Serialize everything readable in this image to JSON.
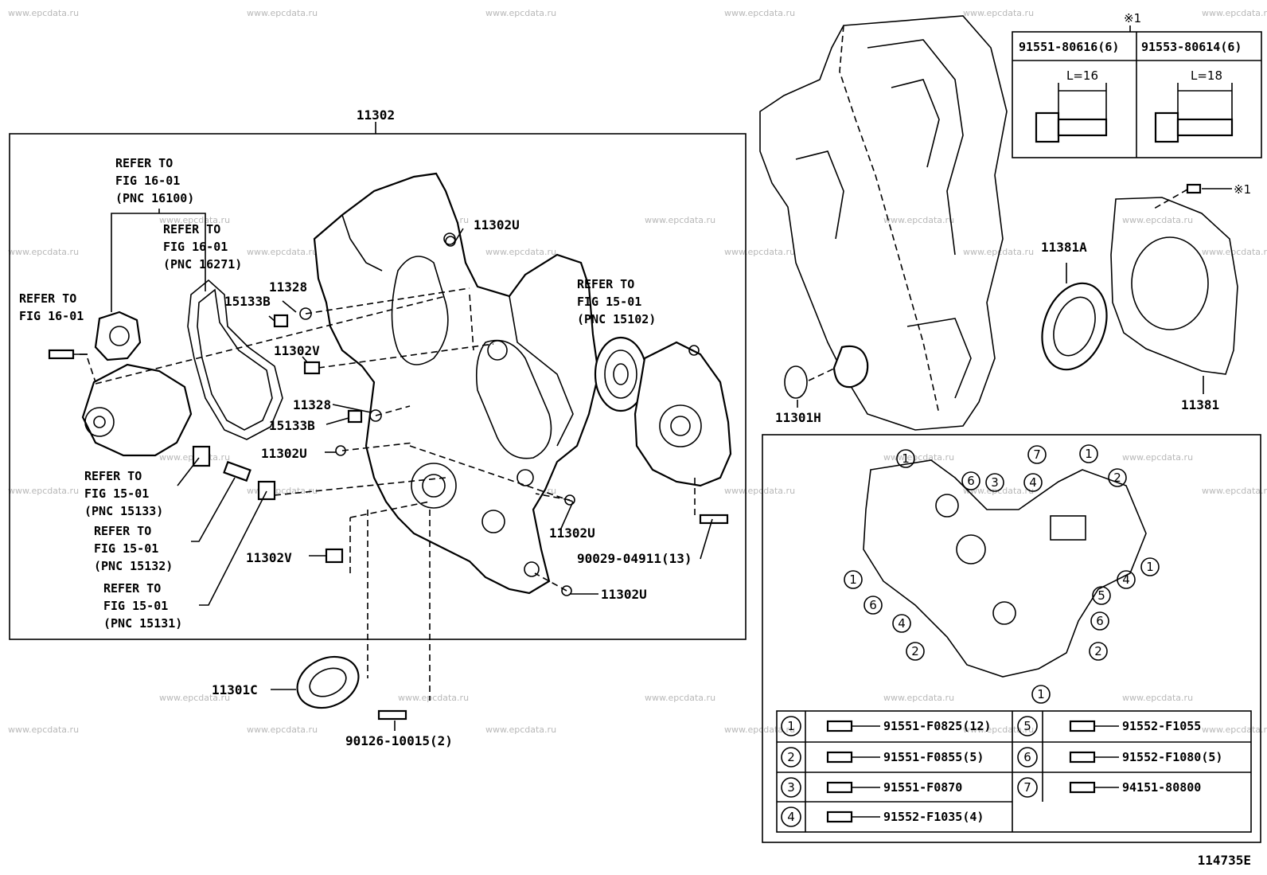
{
  "watermark": "www.epcdata.ru",
  "figure_id": "114735E",
  "main_assembly": "11302",
  "labels": {
    "water_pump_bolt_ref": [
      "REFER TO",
      "FIG 16-01"
    ],
    "water_pump_ref": [
      "REFER TO",
      "FIG 16-01",
      "(PNC 16100)"
    ],
    "gasket_ref": [
      "REFER TO",
      "FIG 16-01",
      "(PNC 16271)"
    ],
    "oil_pump_ref": [
      "REFER TO",
      "FIG 15-01",
      "(PNC 15102)"
    ],
    "ref_15133": [
      "REFER TO",
      "FIG 15-01",
      "(PNC 15133)"
    ],
    "ref_15132": [
      "REFER TO",
      "FIG 15-01",
      "(PNC 15132)"
    ],
    "ref_15131": [
      "REFER TO",
      "FIG 15-01",
      "(PNC 15131)"
    ],
    "p_11302U_top": "11302U",
    "p_11328_a": "11328",
    "p_15133B_a": "15133B",
    "p_11302V_a": "11302V",
    "p_11328_b": "11328",
    "p_15133B_b": "15133B",
    "p_11302U_mid": "11302U",
    "p_11302U_right": "11302U",
    "p_90029": "90029-04911(13)",
    "p_11302V_b": "11302V",
    "p_11302U_bottom": "11302U",
    "p_11301C": "11301C",
    "p_90126": "90126-10015(2)",
    "p_11381A": "11381A",
    "p_11381": "11381",
    "p_11301H": "11301H",
    "note_mark": "※1"
  },
  "bolt_table": {
    "mark": "※1",
    "columns": [
      {
        "part": "91551-80616(6)",
        "length": "L=16"
      },
      {
        "part": "91553-80614(6)",
        "length": "L=18"
      }
    ]
  },
  "callout_legend": [
    {
      "num": "1",
      "part": "91551-F0825(12)"
    },
    {
      "num": "2",
      "part": "91551-F0855(5)"
    },
    {
      "num": "3",
      "part": "91551-F0870"
    },
    {
      "num": "4",
      "part": "91552-F1035(4)"
    },
    {
      "num": "5",
      "part": "91552-F1055"
    },
    {
      "num": "6",
      "part": "91552-F1080(5)"
    },
    {
      "num": "7",
      "part": "94151-80800"
    }
  ]
}
